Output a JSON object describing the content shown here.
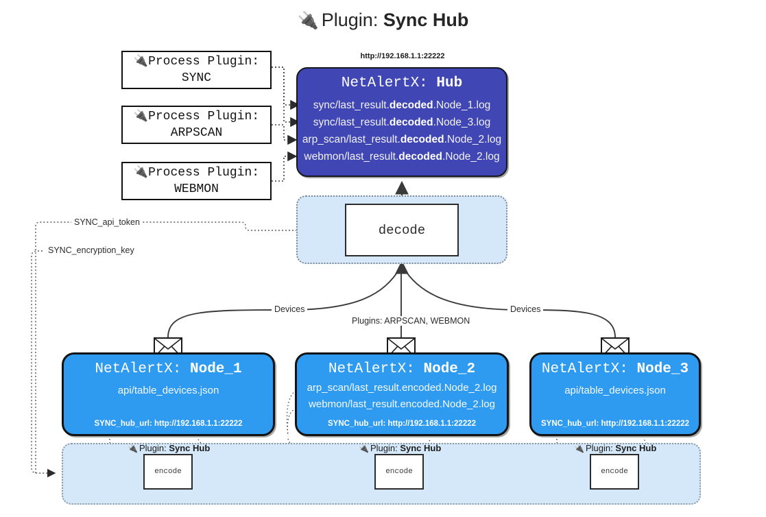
{
  "title": {
    "icon": "plug-icon",
    "prefix": "Plugin:",
    "name": "Sync Hub"
  },
  "process_plugins": [
    {
      "icon": "plug-icon",
      "label": "Process Plugin:",
      "name": "SYNC"
    },
    {
      "icon": "plug-icon",
      "label": "Process Plugin:",
      "name": "ARPSCAN"
    },
    {
      "icon": "plug-icon",
      "label": "Process Plugin:",
      "name": "WEBMON"
    }
  ],
  "hub": {
    "url": "http://192.168.1.1:22222",
    "title_prefix": "NetAlertX:",
    "title_name": "Hub",
    "logs": [
      {
        "pre": "sync/last_result.",
        "mid": "decoded",
        "post": ".Node_1.log"
      },
      {
        "pre": "sync/last_result.",
        "mid": "decoded",
        "post": ".Node_3.log"
      },
      {
        "pre": "arp_scan/last_result.",
        "mid": "decoded",
        "post": ".Node_2.log"
      },
      {
        "pre": "webmon/last_result.",
        "mid": "decoded",
        "post": ".Node_2.log"
      }
    ]
  },
  "decode": {
    "label": "decode"
  },
  "edge_labels": {
    "api_token": "SYNC_api_token",
    "encryption_key": "SYNC_encryption_key",
    "devices_left": "Devices",
    "devices_right": "Devices",
    "plugins_center": "Plugins: ARPSCAN, WEBMON"
  },
  "nodes": [
    {
      "title_prefix": "NetAlertX:",
      "title_name": "Node_1",
      "lines": [
        "api/table_devices.json"
      ],
      "hub_url_label": "SYNC_hub_url: http://192.168.1.1:22222"
    },
    {
      "title_prefix": "NetAlertX:",
      "title_name": "Node_2",
      "lines": [
        "arp_scan/last_result.encoded.Node_2.log",
        "webmon/last_result.encoded.Node_2.log"
      ],
      "hub_url_label": "SYNC_hub_url: http://192.168.1.1:22222"
    },
    {
      "title_prefix": "NetAlertX:",
      "title_name": "Node_3",
      "lines": [
        "api/table_devices.json"
      ],
      "hub_url_label": "SYNC_hub_url: http://192.168.1.1:22222"
    }
  ],
  "encoders": [
    {
      "icon": "plug-icon",
      "label_prefix": "Plugin:",
      "label_name": "Sync Hub",
      "box_label": "encode"
    },
    {
      "icon": "plug-icon",
      "label_prefix": "Plugin:",
      "label_name": "Sync Hub",
      "box_label": "encode"
    },
    {
      "icon": "plug-icon",
      "label_prefix": "Plugin:",
      "label_name": "Sync Hub",
      "box_label": "encode"
    }
  ],
  "colors": {
    "hub_fill": "#4046b4",
    "node_fill": "#2e9bf0",
    "group_fill": "#d4e8f9",
    "stroke": "#2b2b2b",
    "page_bg": "#ffffff"
  }
}
